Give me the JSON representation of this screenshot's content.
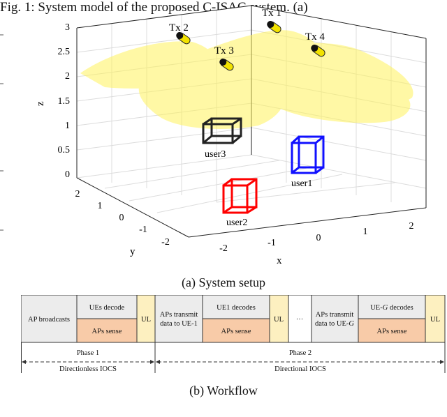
{
  "figure_a": {
    "caption": "(a) System setup",
    "axes": {
      "xlabel": "x",
      "ylabel": "y",
      "zlabel": "z",
      "x_ticks": [
        "-2",
        "-1",
        "0",
        "1",
        "2"
      ],
      "y_ticks": [
        "-2",
        "-1",
        "0",
        "1",
        "2"
      ],
      "z_ticks": [
        "0",
        "0.5",
        "1",
        "1.5",
        "2",
        "2.5",
        "3"
      ]
    },
    "transmitters": [
      {
        "label": "Tx 1"
      },
      {
        "label": "Tx 2"
      },
      {
        "label": "Tx 3"
      },
      {
        "label": "Tx 4"
      }
    ],
    "users": [
      {
        "label": "user1",
        "color": "#1010ff"
      },
      {
        "label": "user2",
        "color": "#ff0000"
      },
      {
        "label": "user3",
        "color": "#222222"
      }
    ],
    "beam_color": "#fff35c",
    "tx_color": "#f2e200"
  },
  "figure_b": {
    "caption": "(b) Workflow",
    "blocks": {
      "ap_broadcasts": "AP broadcasts",
      "ues_decode": "UEs decode",
      "aps_sense_1": "APs sense",
      "ul_1": "UL",
      "aps_transmit_1_line1": "APs transmit",
      "aps_transmit_1_line2": "data to UE-1",
      "ue1_decodes": "UE1 decodes",
      "aps_sense_2": "APs sense",
      "ul_2": "UL",
      "ellipsis": "···",
      "aps_transmit_g_line1": "APs transmit",
      "aps_transmit_g_line2_prefix": "data to UE-",
      "aps_transmit_g_line2_var": "G",
      "ueg_prefix": "UE-",
      "ueg_var": "G",
      "ueg_suffix": " decodes",
      "aps_sense_3": "APs sense",
      "ul_3": "UL"
    },
    "phases": [
      {
        "line1": "Phase 1",
        "line2": "Directionless IOCS"
      },
      {
        "line1": "Phase 2",
        "line2": "Directional IOCS"
      }
    ],
    "colors": {
      "gray": "#ececec",
      "orange": "#f8cba8",
      "yellow": "#fdf0c0"
    }
  },
  "caption_c": "Fig. 1: System model of the proposed C-ISAC system. (a)"
}
